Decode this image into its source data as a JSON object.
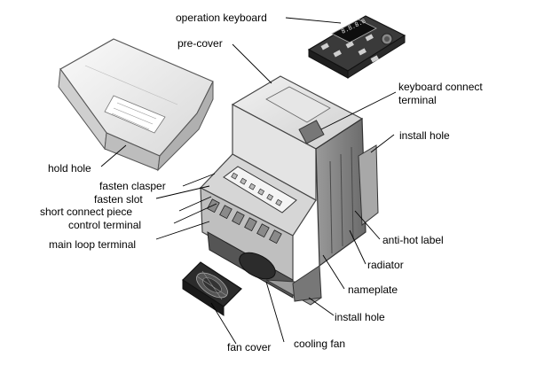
{
  "labels": {
    "operation_keyboard": "operation keyboard",
    "pre_cover": "pre-cover",
    "keyboard_connect_terminal_1": "keyboard connect",
    "keyboard_connect_terminal_2": "terminal",
    "install_hole_top": "install hole",
    "hold_hole": "hold hole",
    "fasten_clasper": "fasten clasper",
    "fasten_slot": "fasten slot",
    "short_connect_piece": "short connect piece",
    "control_terminal": "control terminal",
    "main_loop_terminal": "main loop terminal",
    "anti_hot_label": "anti-hot label",
    "radiator": "radiator",
    "nameplate": "nameplate",
    "install_hole_bottom": "install hole",
    "fan_cover": "fan cover",
    "cooling_fan": "cooling fan"
  },
  "keyboard_display": "8.8.8.8"
}
